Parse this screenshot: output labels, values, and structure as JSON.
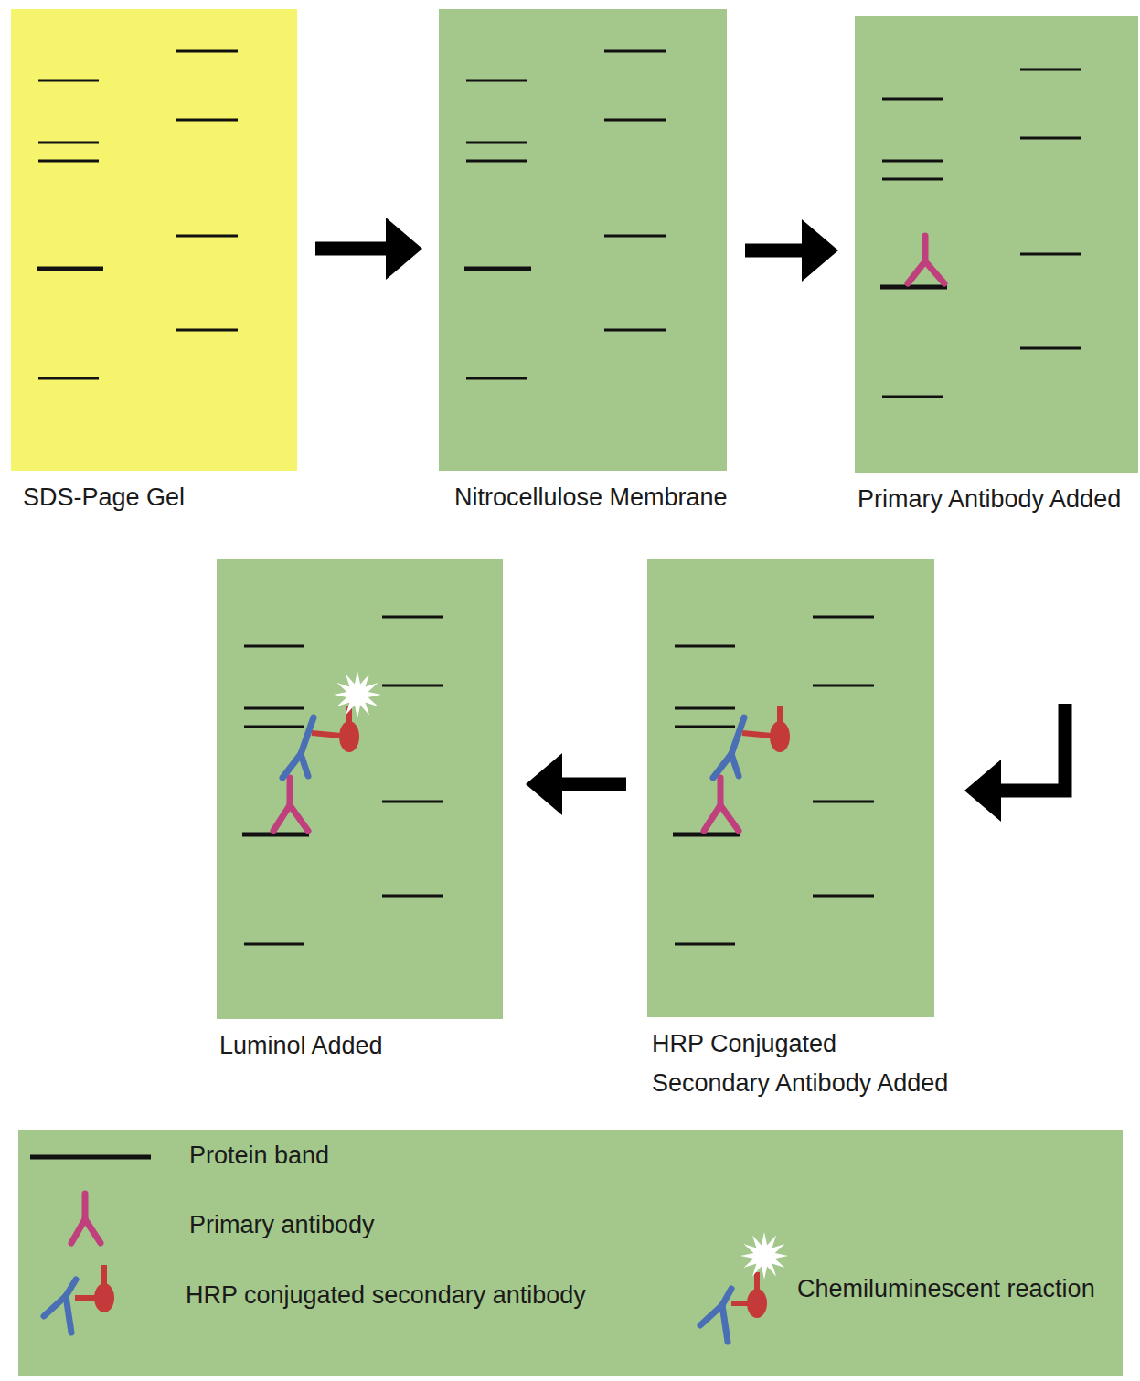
{
  "diagram": {
    "nodes": [
      {
        "text": [
          "SDS-Page Gel"
        ]
      },
      {
        "text": [
          "Nitrocellulose Membrane"
        ]
      },
      {
        "text": [
          "Primary Antibody Added"
        ]
      },
      {
        "text": [
          "HRP Conjugated Secondary Antibody Added"
        ]
      },
      {
        "text": [
          "Luminol Added"
        ]
      }
    ],
    "edges": [
      {
        "from": 0,
        "to": 1,
        "arrow": "to"
      },
      {
        "from": 1,
        "to": 2,
        "arrow": "to"
      },
      {
        "from": 2,
        "to": 3,
        "arrow": "to"
      },
      {
        "from": 3,
        "to": 4,
        "arrow": "to"
      }
    ],
    "legend": [
      {
        "text": "Protein band"
      },
      {
        "text": "Primary antibody"
      },
      {
        "text": "HRP conjugated secondary antibody"
      },
      {
        "text": "Chemiluminescent reaction"
      }
    ]
  }
}
